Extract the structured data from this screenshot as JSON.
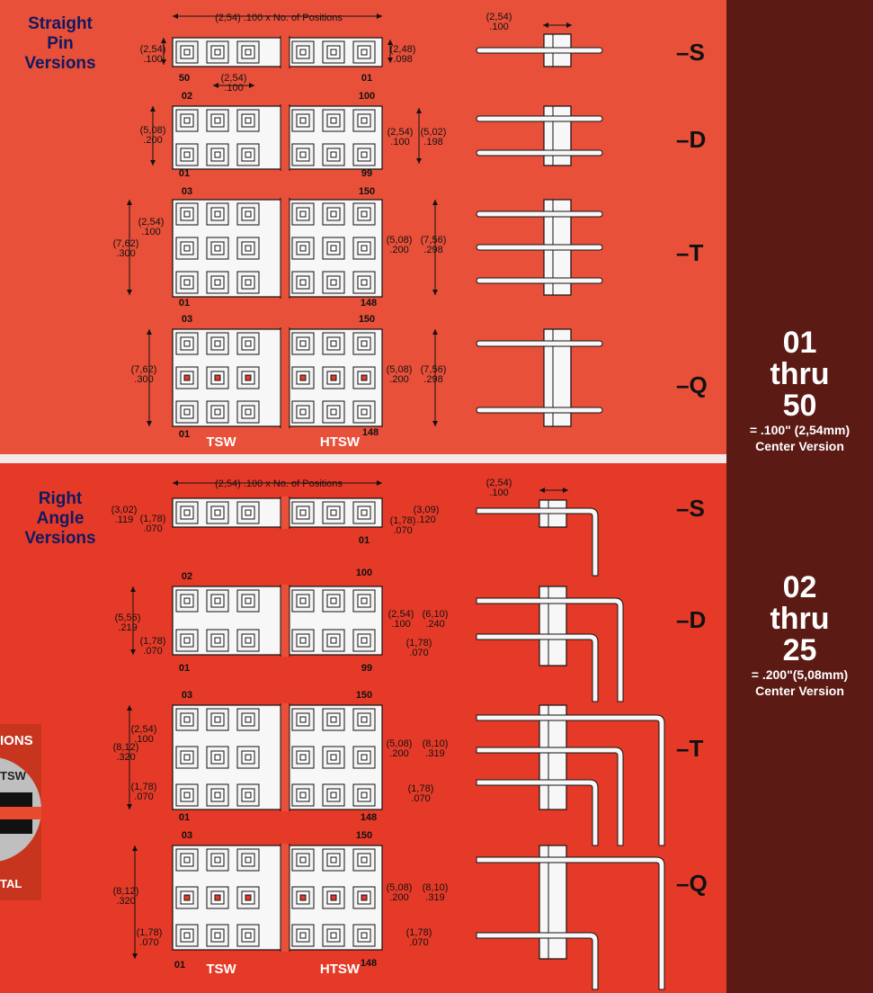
{
  "sections": {
    "straight": {
      "title_line1": "Straight",
      "title_line2": "Pin",
      "title_line3": "Versions"
    },
    "right": {
      "title_line1": "Right",
      "title_line2": "Angle",
      "title_line3": "Versions"
    }
  },
  "suffixes": {
    "s1": "–S",
    "d1": "–D",
    "t1": "–T",
    "q1": "–Q",
    "s2": "–S",
    "d2": "–D",
    "t2": "–T",
    "q2": "–Q"
  },
  "center_versions": {
    "v100": {
      "from": "01",
      "thru": "thru",
      "to": "50",
      "pitch": "= .100\" (2,54mm)",
      "label": "Center Version"
    },
    "v200": {
      "from": "02",
      "thru": "thru",
      "to": "25",
      "pitch": "= .200\"(5,08mm)",
      "label": "Center Version"
    }
  },
  "dims": {
    "positions": "(2,54) .100 x No. of Positions",
    "p254": "(2,54)",
    "p100": ".100",
    "p248": "(2,48)",
    "p098": ".098",
    "p508": "(5,08)",
    "p200": ".200",
    "p502": "(5,02)",
    "p198": ".198",
    "p762": "(7,62)",
    "p300": ".300",
    "p756": "(7,56)",
    "p298": ".298",
    "p302": "(3,02)",
    "p119": ".119",
    "p178": "(1,78)",
    "p070": ".070",
    "p309": "(3,09)",
    "p120": ".120",
    "p556": "(5,56)",
    "p219": ".219",
    "p610": "(6,10)",
    "p240": ".240",
    "p812": "(8,12)",
    "p320": ".320",
    "p810": "(8,10)",
    "p319": ".319"
  },
  "pins": {
    "n01": "01",
    "n02": "02",
    "n03": "03",
    "n50": "50",
    "n99": "99",
    "n100": "100",
    "n148": "148",
    "n150": "150"
  },
  "labels": {
    "tsw": "TSW",
    "htsw": "HTSW"
  },
  "badge": {
    "top": "IONS",
    "mid": "TSW",
    "bottom": "TAL"
  },
  "colors": {
    "panel_top": "#e8503a",
    "panel_bottom": "#e63a28",
    "sidebar": "#5c1a14",
    "title": "#101a60",
    "pin_accent": "#e23a2a"
  }
}
